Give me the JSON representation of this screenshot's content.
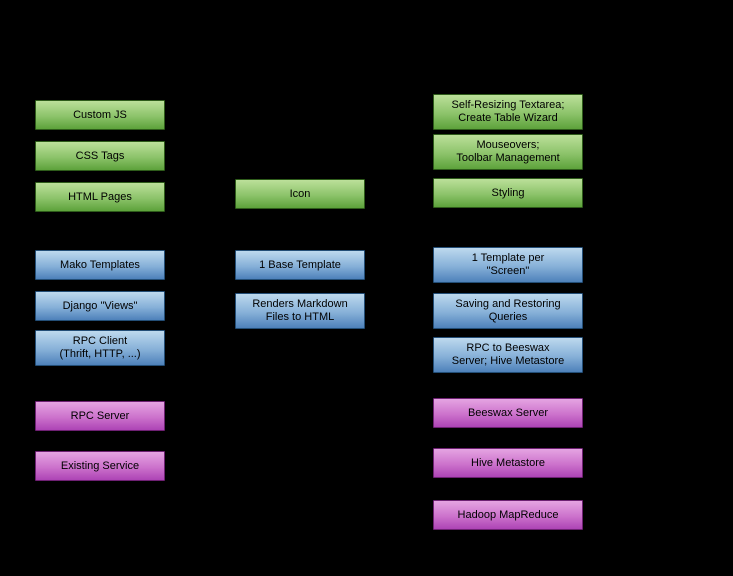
{
  "diagram": {
    "background_color": "#000000",
    "colors": {
      "green_top": "#bce09a",
      "green_bottom": "#5da23b",
      "blue_top": "#bdd9ee",
      "blue_bottom": "#4e81ba",
      "magenta_top": "#e5a4e2",
      "magenta_bottom": "#ad44b5",
      "text": "#000000"
    },
    "columns": {
      "left": {
        "boxes": [
          {
            "label": "Custom JS",
            "color": "green"
          },
          {
            "label": "CSS Tags",
            "color": "green"
          },
          {
            "label": "HTML Pages",
            "color": "green"
          },
          {
            "label": "Mako Templates",
            "color": "blue"
          },
          {
            "label": "Django \"Views\"",
            "color": "blue"
          },
          {
            "label": "RPC Client\n(Thrift, HTTP, ...)",
            "color": "blue"
          },
          {
            "label": "RPC Server",
            "color": "magenta"
          },
          {
            "label": "Existing Service",
            "color": "magenta"
          }
        ]
      },
      "middle": {
        "boxes": [
          {
            "label": "Icon",
            "color": "green"
          },
          {
            "label": "1 Base Template",
            "color": "blue"
          },
          {
            "label": "Renders Markdown\nFiles to HTML",
            "color": "blue"
          }
        ]
      },
      "right": {
        "boxes": [
          {
            "label": "Self-Resizing Textarea;\nCreate Table Wizard",
            "color": "green"
          },
          {
            "label": "Mouseovers;\nToolbar Management",
            "color": "green"
          },
          {
            "label": "Styling",
            "color": "green"
          },
          {
            "label": "1 Template per\n\"Screen\"",
            "color": "blue"
          },
          {
            "label": "Saving and Restoring\nQueries",
            "color": "blue"
          },
          {
            "label": "RPC to Beeswax\nServer; Hive Metastore",
            "color": "blue"
          },
          {
            "label": "Beeswax Server",
            "color": "magenta"
          },
          {
            "label": "Hive Metastore",
            "color": "magenta"
          },
          {
            "label": "Hadoop MapReduce",
            "color": "magenta"
          }
        ]
      }
    }
  }
}
